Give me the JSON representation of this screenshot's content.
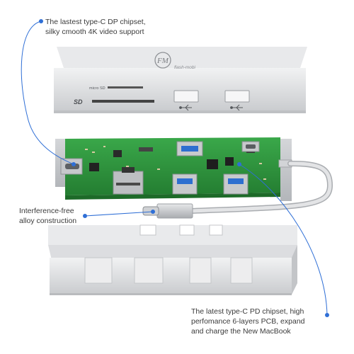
{
  "callouts": {
    "top": {
      "line1": "The lastest type-C DP chipset,",
      "line2": "silky cmooth 4K video support"
    },
    "middle": {
      "line1": "Interference-free",
      "line2": "alloy construction"
    },
    "bottom": {
      "line1": "The latest type-C PD chipset, high",
      "line2": "perfomance 6-layers PCB, expand",
      "line3": "and charge the New MacBook"
    }
  },
  "product": {
    "brand_mark": "FM",
    "brand_name": "flash-mobi",
    "sd_label": "SD",
    "micro_sd_label": "micro SD"
  },
  "colors": {
    "leader_line": "#2f6fd6",
    "pcb_green": "#2e9a3e",
    "aluminum": "#d9dadc",
    "usb_blue": "#2e6fd0"
  }
}
